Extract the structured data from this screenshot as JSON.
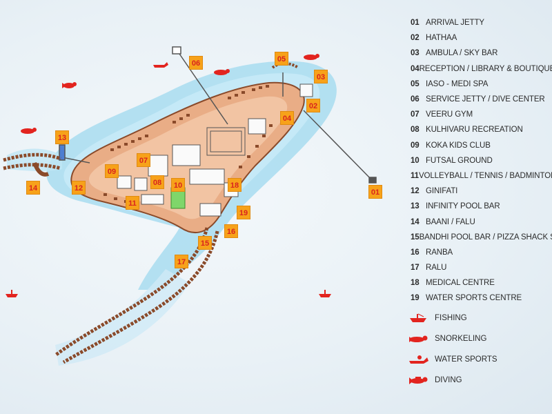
{
  "colors": {
    "marker_fill": "#f7a21a",
    "marker_text": "#d8231f",
    "island": "#eab08c",
    "water": "#9fd6ee",
    "activity_icon": "#e2241f"
  },
  "markers": [
    {
      "num": "01",
      "name": "marker-arrival-jetty"
    },
    {
      "num": "02",
      "name": "marker-hathaa"
    },
    {
      "num": "03",
      "name": "marker-ambula-sky-bar"
    },
    {
      "num": "04",
      "name": "marker-reception"
    },
    {
      "num": "05",
      "name": "marker-iaso-medi-spa"
    },
    {
      "num": "06",
      "name": "marker-service-jetty"
    },
    {
      "num": "07",
      "name": "marker-veeru-gym"
    },
    {
      "num": "08",
      "name": "marker-kulhivaru-recreation"
    },
    {
      "num": "09",
      "name": "marker-koka-kids-club"
    },
    {
      "num": "10",
      "name": "marker-futsal-ground"
    },
    {
      "num": "11",
      "name": "marker-volleyball-tennis"
    },
    {
      "num": "12",
      "name": "marker-ginifati"
    },
    {
      "num": "13",
      "name": "marker-infinity-pool-bar"
    },
    {
      "num": "14",
      "name": "marker-baani-falu"
    },
    {
      "num": "15",
      "name": "marker-bandhi-pool-bar"
    },
    {
      "num": "16",
      "name": "marker-ranba"
    },
    {
      "num": "17",
      "name": "marker-ralu"
    },
    {
      "num": "18",
      "name": "marker-medical-centre"
    },
    {
      "num": "19",
      "name": "marker-water-sports-centre"
    }
  ],
  "legend": [
    {
      "num": "01",
      "label": "ARRIVAL JETTY"
    },
    {
      "num": "02",
      "label": "HATHAA"
    },
    {
      "num": "03",
      "label": "AMBULA / SKY BAR"
    },
    {
      "num": "04",
      "label": "RECEPTION / LIBRARY & BOUTIQUE"
    },
    {
      "num": "05",
      "label": "IASO - MEDI SPA"
    },
    {
      "num": "06",
      "label": "SERVICE JETTY / DIVE CENTER"
    },
    {
      "num": "07",
      "label": "VEERU GYM"
    },
    {
      "num": "08",
      "label": "KULHIVARU RECREATION"
    },
    {
      "num": "09",
      "label": "KOKA KIDS CLUB"
    },
    {
      "num": "10",
      "label": "FUTSAL GROUND"
    },
    {
      "num": "11",
      "label": "VOLLEYBALL / TENNIS / BADMINTON COURT"
    },
    {
      "num": "12",
      "label": "GINIFATI"
    },
    {
      "num": "13",
      "label": "INFINITY POOL BAR"
    },
    {
      "num": "14",
      "label": "BAANI / FALU"
    },
    {
      "num": "15",
      "label": "BANDHI POOL BAR / PIZZA SHACK SACK"
    },
    {
      "num": "16",
      "label": "RANBA"
    },
    {
      "num": "17",
      "label": "RALU"
    },
    {
      "num": "18",
      "label": "MEDICAL CENTRE"
    },
    {
      "num": "19",
      "label": "WATER SPORTS CENTRE"
    }
  ],
  "activities": [
    {
      "label": "FISHING",
      "icon": "fishing-boat-icon"
    },
    {
      "label": "SNORKELING",
      "icon": "snorkeler-icon"
    },
    {
      "label": "WATER SPORTS",
      "icon": "jet-ski-icon"
    },
    {
      "label": "DIVING",
      "icon": "diver-icon"
    }
  ]
}
